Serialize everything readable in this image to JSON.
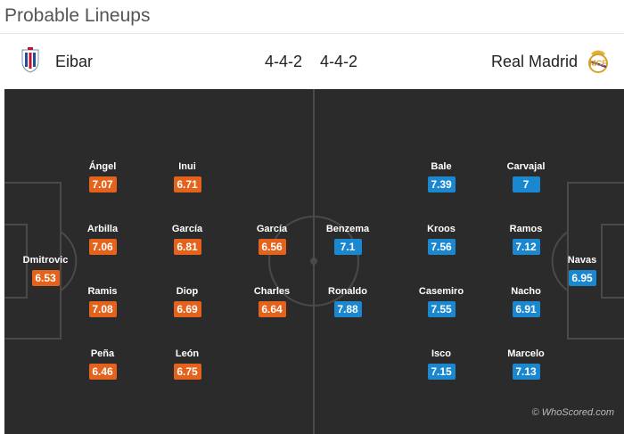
{
  "header": {
    "title": "Probable Lineups"
  },
  "match": {
    "home": {
      "name": "Eibar",
      "formation": "4-4-2",
      "badge_icon": "eibar-crest-icon"
    },
    "away": {
      "name": "Real Madrid",
      "formation": "4-4-2",
      "badge_icon": "real-madrid-crest-icon"
    }
  },
  "colors": {
    "home_rating": "#e4621b",
    "away_rating": "#1a87cf",
    "pitch": "#2b2b2b"
  },
  "home_players": [
    {
      "name": "Ángel",
      "rating": "7.07"
    },
    {
      "name": "Inui",
      "rating": "6.71"
    },
    {
      "name": "Arbilla",
      "rating": "7.06"
    },
    {
      "name": "García",
      "rating": "6.81"
    },
    {
      "name": "García",
      "rating": "6.56"
    },
    {
      "name": "Dmitrovic",
      "rating": "6.53"
    },
    {
      "name": "Ramis",
      "rating": "7.08"
    },
    {
      "name": "Diop",
      "rating": "6.69"
    },
    {
      "name": "Charles",
      "rating": "6.64"
    },
    {
      "name": "Peña",
      "rating": "6.46"
    },
    {
      "name": "León",
      "rating": "6.75"
    }
  ],
  "away_players": [
    {
      "name": "Bale",
      "rating": "7.39"
    },
    {
      "name": "Carvajal",
      "rating": "7"
    },
    {
      "name": "Benzema",
      "rating": "7.1"
    },
    {
      "name": "Kroos",
      "rating": "7.56"
    },
    {
      "name": "Ramos",
      "rating": "7.12"
    },
    {
      "name": "Navas",
      "rating": "6.95"
    },
    {
      "name": "Ronaldo",
      "rating": "7.88"
    },
    {
      "name": "Casemiro",
      "rating": "7.55"
    },
    {
      "name": "Nacho",
      "rating": "6.91"
    },
    {
      "name": "Isco",
      "rating": "7.15"
    },
    {
      "name": "Marcelo",
      "rating": "7.13"
    }
  ],
  "footer": {
    "watermark": "© WhoScored.com"
  }
}
